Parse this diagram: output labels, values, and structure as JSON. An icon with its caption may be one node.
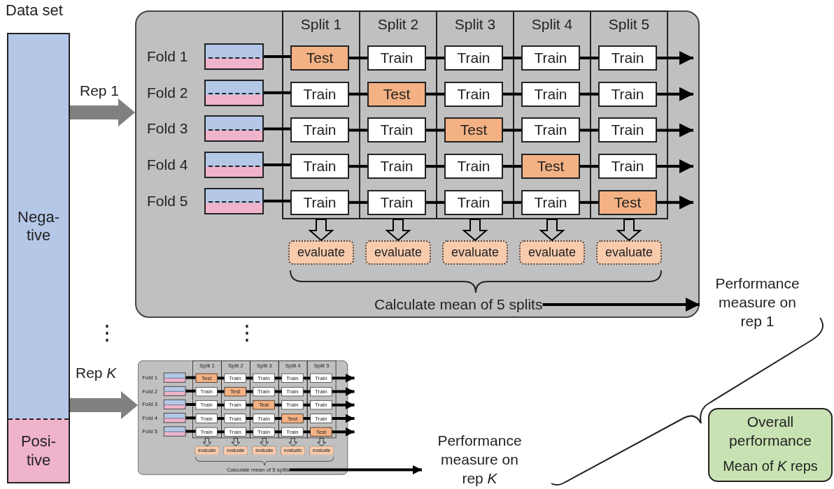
{
  "diagram": {
    "nodes": [
      {
        "text": [
          "Data set"
        ]
      },
      {
        "text": [
          "Nega- tive"
        ],
        "in": 0
      },
      {
        "text": [
          "Posi- tive"
        ],
        "in": 0
      },
      {
        "text": [],
        "shape": "box"
      },
      {
        "text": [
          "Split 1"
        ],
        "in": 3
      },
      {
        "text": [
          "Split 2"
        ],
        "in": 3
      },
      {
        "text": [
          "Split 3"
        ],
        "in": 3
      },
      {
        "text": [
          "Split 4"
        ],
        "in": 3
      },
      {
        "text": [
          "Split 5"
        ],
        "in": 3
      },
      {
        "text": [],
        "shape": "box",
        "in": 3,
        "beside": [
          "Fold 1"
        ]
      },
      {
        "text": [
          "Test"
        ],
        "in": 4
      },
      {
        "text": [
          "Train"
        ],
        "in": 5
      },
      {
        "text": [
          "Train"
        ],
        "in": 6
      },
      {
        "text": [
          "Train"
        ],
        "in": 7
      },
      {
        "text": [
          "Train"
        ],
        "in": 8
      },
      {
        "text": [],
        "shape": "box",
        "in": 3,
        "beside": [
          "Fold 2"
        ]
      },
      {
        "text": [
          "Train"
        ],
        "in": 4
      },
      {
        "text": [
          "Test"
        ],
        "in": 5
      },
      {
        "text": [
          "Train"
        ],
        "in": 6
      },
      {
        "text": [
          "Train"
        ],
        "in": 7
      },
      {
        "text": [
          "Train"
        ],
        "in": 8
      },
      {
        "text": [],
        "shape": "box",
        "in": 3,
        "beside": [
          "Fold 3"
        ]
      },
      {
        "text": [
          "Train"
        ],
        "in": 4
      },
      {
        "text": [
          "Train"
        ],
        "in": 5
      },
      {
        "text": [
          "Test"
        ],
        "in": 6
      },
      {
        "text": [
          "Train"
        ],
        "in": 7
      },
      {
        "text": [
          "Train"
        ],
        "in": 8
      },
      {
        "text": [],
        "shape": "box",
        "in": 3,
        "beside": [
          "Fold 4"
        ]
      },
      {
        "text": [
          "Train"
        ],
        "in": 4
      },
      {
        "text": [
          "Train"
        ],
        "in": 5
      },
      {
        "text": [
          "Train"
        ],
        "in": 6
      },
      {
        "text": [
          "Test"
        ],
        "in": 7
      },
      {
        "text": [
          "Train"
        ],
        "in": 8
      },
      {
        "text": [],
        "shape": "box",
        "in": 3,
        "beside": [
          "Fold 5"
        ]
      },
      {
        "text": [
          "Train"
        ],
        "in": 4
      },
      {
        "text": [
          "Train"
        ],
        "in": 5
      },
      {
        "text": [
          "Train"
        ],
        "in": 6
      },
      {
        "text": [
          "Train"
        ],
        "in": 7
      },
      {
        "text": [
          "Test"
        ],
        "in": 8
      },
      {
        "text": [
          "evaluate"
        ],
        "in": 3
      },
      {
        "text": [
          "evaluate"
        ],
        "in": 3
      },
      {
        "text": [
          "evaluate"
        ],
        "in": 3
      },
      {
        "text": [
          "evaluate"
        ],
        "in": 3
      },
      {
        "text": [
          "evaluate"
        ],
        "in": 3
      },
      {
        "text": [
          "Calculate mean of 5 splits"
        ],
        "in": 3
      },
      {
        "text": [
          "Performance measure on rep 1"
        ]
      },
      {
        "text": [],
        "shape": "box"
      },
      {
        "text": [
          "Split 1"
        ],
        "in": 46
      },
      {
        "text": [
          "Split 2"
        ],
        "in": 46
      },
      {
        "text": [
          "Split 3"
        ],
        "in": 46
      },
      {
        "text": [
          "Split 4"
        ],
        "in": 46
      },
      {
        "text": [
          "Split 5"
        ],
        "in": 46
      },
      {
        "text": [],
        "shape": "box",
        "in": 46,
        "beside": [
          "Fold 1"
        ]
      },
      {
        "text": [
          "Test"
        ],
        "in": 47
      },
      {
        "text": [
          "Train"
        ],
        "in": 48
      },
      {
        "text": [
          "Train"
        ],
        "in": 49
      },
      {
        "text": [
          "Train"
        ],
        "in": 50
      },
      {
        "text": [
          "Train"
        ],
        "in": 51
      },
      {
        "text": [],
        "shape": "box",
        "in": 46,
        "beside": [
          "Fold 2"
        ]
      },
      {
        "text": [
          "Train"
        ],
        "in": 47
      },
      {
        "text": [
          "Test"
        ],
        "in": 48
      },
      {
        "text": [
          "Train"
        ],
        "in": 49
      },
      {
        "text": [
          "Train"
        ],
        "in": 50
      },
      {
        "text": [
          "Train"
        ],
        "in": 51
      },
      {
        "text": [],
        "shape": "box",
        "in": 46,
        "beside": [
          "Fold 3"
        ]
      },
      {
        "text": [
          "Train"
        ],
        "in": 47
      },
      {
        "text": [
          "Train"
        ],
        "in": 48
      },
      {
        "text": [
          "Test"
        ],
        "in": 49
      },
      {
        "text": [
          "Train"
        ],
        "in": 50
      },
      {
        "text": [
          "Train"
        ],
        "in": 51
      },
      {
        "text": [],
        "shape": "box",
        "in": 46,
        "beside": [
          "Fold 4"
        ]
      },
      {
        "text": [
          "Train"
        ],
        "in": 47
      },
      {
        "text": [
          "Train"
        ],
        "in": 48
      },
      {
        "text": [
          "Train"
        ],
        "in": 49
      },
      {
        "text": [
          "Test"
        ],
        "in": 50
      },
      {
        "text": [
          "Train"
        ],
        "in": 51
      },
      {
        "text": [],
        "shape": "box",
        "in": 46,
        "beside": [
          "Fold 5"
        ]
      },
      {
        "text": [
          "Train"
        ],
        "in": 47
      },
      {
        "text": [
          "Train"
        ],
        "in": 48
      },
      {
        "text": [
          "Train"
        ],
        "in": 49
      },
      {
        "text": [
          "Train"
        ],
        "in": 50
      },
      {
        "text": [
          "Test"
        ],
        "in": 51
      },
      {
        "text": [
          "evaluate"
        ],
        "in": 46
      },
      {
        "text": [
          "evaluate"
        ],
        "in": 46
      },
      {
        "text": [
          "evaluate"
        ],
        "in": 46
      },
      {
        "text": [
          "evaluate"
        ],
        "in": 46
      },
      {
        "text": [
          "evaluate"
        ],
        "in": 46
      },
      {
        "text": [
          "Calculate mean of 5 splits"
        ],
        "in": 46
      },
      {
        "text": [
          "Performance measure on rep *K*"
        ]
      },
      {
        "text": [
          "Overall performance",
          "Mean of *K* reps"
        ]
      }
    ],
    "edges": [
      {
        "from": 0,
        "to": 3,
        "arrow": "to",
        "label": "Rep 1",
        "style": "thick",
        "color": "#808080"
      },
      {
        "from": 9,
        "to": 10,
        "arrow": "none"
      },
      {
        "from": 10,
        "to": 11,
        "arrow": "none"
      },
      {
        "from": 11,
        "to": 12,
        "arrow": "none"
      },
      {
        "from": 12,
        "to": 13,
        "arrow": "none"
      },
      {
        "from": 13,
        "to": 14,
        "arrow": "none"
      },
      {
        "from": 14,
        "to": null,
        "arrow": "to"
      },
      {
        "from": 15,
        "to": 16,
        "arrow": "none"
      },
      {
        "from": 16,
        "to": 17,
        "arrow": "none"
      },
      {
        "from": 17,
        "to": 18,
        "arrow": "none"
      },
      {
        "from": 18,
        "to": 19,
        "arrow": "none"
      },
      {
        "from": 19,
        "to": 20,
        "arrow": "none"
      },
      {
        "from": 20,
        "to": null,
        "arrow": "to"
      },
      {
        "from": 21,
        "to": 22,
        "arrow": "none"
      },
      {
        "from": 22,
        "to": 23,
        "arrow": "none"
      },
      {
        "from": 23,
        "to": 24,
        "arrow": "none"
      },
      {
        "from": 24,
        "to": 25,
        "arrow": "none"
      },
      {
        "from": 25,
        "to": 26,
        "arrow": "none"
      },
      {
        "from": 26,
        "to": null,
        "arrow": "to"
      },
      {
        "from": 27,
        "to": 28,
        "arrow": "none"
      },
      {
        "from": 28,
        "to": 29,
        "arrow": "none"
      },
      {
        "from": 29,
        "to": 30,
        "arrow": "none"
      },
      {
        "from": 30,
        "to": 31,
        "arrow": "none"
      },
      {
        "from": 31,
        "to": 32,
        "arrow": "none"
      },
      {
        "from": 32,
        "to": null,
        "arrow": "to"
      },
      {
        "from": 33,
        "to": 34,
        "arrow": "none"
      },
      {
        "from": 34,
        "to": 35,
        "arrow": "none"
      },
      {
        "from": 35,
        "to": 36,
        "arrow": "none"
      },
      {
        "from": 36,
        "to": 37,
        "arrow": "none"
      },
      {
        "from": 37,
        "to": 38,
        "arrow": "none"
      },
      {
        "from": 38,
        "to": null,
        "arrow": "to"
      },
      {
        "from": 4,
        "to": 39,
        "arrow": "to",
        "style": "thick"
      },
      {
        "from": 5,
        "to": 40,
        "arrow": "to",
        "style": "thick"
      },
      {
        "from": 6,
        "to": 41,
        "arrow": "to",
        "style": "thick"
      },
      {
        "from": 7,
        "to": 42,
        "arrow": "to",
        "style": "thick"
      },
      {
        "from": 8,
        "to": 43,
        "arrow": "to",
        "style": "thick"
      },
      {
        "from": 44,
        "to": 45,
        "arrow": "to"
      },
      {
        "from": 0,
        "to": 46,
        "arrow": "to",
        "label": "Rep *K*",
        "style": "thick",
        "color": "#808080"
      },
      {
        "from": 52,
        "to": 53,
        "arrow": "none"
      },
      {
        "from": 53,
        "to": 54,
        "arrow": "none"
      },
      {
        "from": 54,
        "to": 55,
        "arrow": "none"
      },
      {
        "from": 55,
        "to": 56,
        "arrow": "none"
      },
      {
        "from": 56,
        "to": 57,
        "arrow": "none"
      },
      {
        "from": 57,
        "to": null,
        "arrow": "to"
      },
      {
        "from": 58,
        "to": 59,
        "arrow": "none"
      },
      {
        "from": 59,
        "to": 60,
        "arrow": "none"
      },
      {
        "from": 60,
        "to": 61,
        "arrow": "none"
      },
      {
        "from": 61,
        "to": 62,
        "arrow": "none"
      },
      {
        "from": 62,
        "to": 63,
        "arrow": "none"
      },
      {
        "from": 63,
        "to": null,
        "arrow": "to"
      },
      {
        "from": 64,
        "to": 65,
        "arrow": "none"
      },
      {
        "from": 65,
        "to": 66,
        "arrow": "none"
      },
      {
        "from": 66,
        "to": 67,
        "arrow": "none"
      },
      {
        "from": 67,
        "to": 68,
        "arrow": "none"
      },
      {
        "from": 68,
        "to": 69,
        "arrow": "none"
      },
      {
        "from": 69,
        "to": null,
        "arrow": "to"
      },
      {
        "from": 70,
        "to": 71,
        "arrow": "none"
      },
      {
        "from": 71,
        "to": 72,
        "arrow": "none"
      },
      {
        "from": 72,
        "to": 73,
        "arrow": "none"
      },
      {
        "from": 73,
        "to": 74,
        "arrow": "none"
      },
      {
        "from": 74,
        "to": 75,
        "arrow": "none"
      },
      {
        "from": 75,
        "to": null,
        "arrow": "to"
      },
      {
        "from": 76,
        "to": 77,
        "arrow": "none"
      },
      {
        "from": 77,
        "to": 78,
        "arrow": "none"
      },
      {
        "from": 78,
        "to": 79,
        "arrow": "none"
      },
      {
        "from": 79,
        "to": 80,
        "arrow": "none"
      },
      {
        "from": 80,
        "to": 81,
        "arrow": "none"
      },
      {
        "from": 81,
        "to": null,
        "arrow": "to"
      },
      {
        "from": 47,
        "to": 82,
        "arrow": "to",
        "style": "thick"
      },
      {
        "from": 48,
        "to": 83,
        "arrow": "to",
        "style": "thick"
      },
      {
        "from": 49,
        "to": 84,
        "arrow": "to",
        "style": "thick"
      },
      {
        "from": 50,
        "to": 85,
        "arrow": "to",
        "style": "thick"
      },
      {
        "from": 51,
        "to": 86,
        "arrow": "to",
        "style": "thick"
      },
      {
        "from": 87,
        "to": 88,
        "arrow": "to"
      }
    ],
    "labels": [
      "⋮",
      "⋮"
    ]
  }
}
